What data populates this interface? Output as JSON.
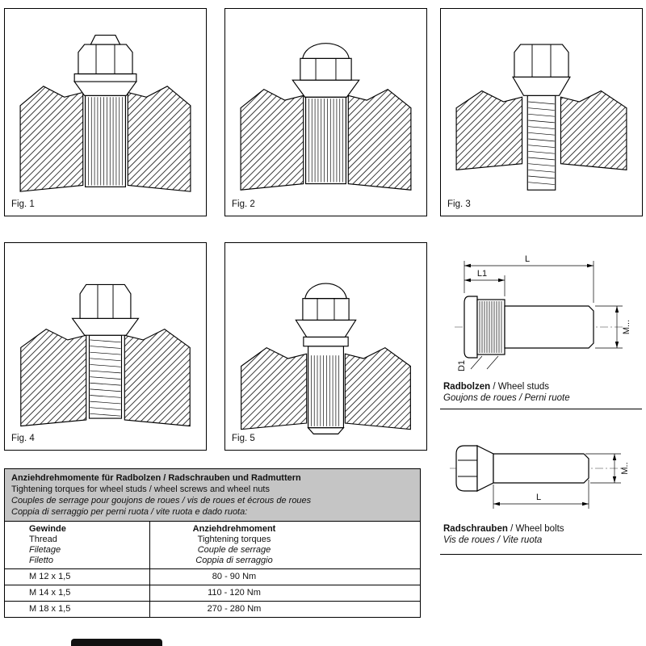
{
  "figures": [
    {
      "label": "Fig. 1"
    },
    {
      "label": "Fig. 2"
    },
    {
      "label": "Fig. 3"
    },
    {
      "label": "Fig. 4"
    },
    {
      "label": "Fig. 5"
    }
  ],
  "stud": {
    "dims": {
      "L": "L",
      "L1": "L1",
      "M": "M...",
      "D1": "D1"
    },
    "caption_primary_bold": "Radbolzen",
    "caption_primary_rest": " / Wheel studs",
    "caption_secondary": "Goujons de roues / Perni ruote"
  },
  "bolt": {
    "dims": {
      "L": "L",
      "M": "M.."
    },
    "caption_primary_bold": "Radschrauben",
    "caption_primary_rest": " / Wheel bolts",
    "caption_secondary": "Vis de roues / Vite ruota"
  },
  "torque_table": {
    "title_de": "Anziehdrehmomente für Radbolzen / Radschrauben und Radmuttern",
    "title_en": "Tightening torques for wheel studs / wheel screws and wheel nuts",
    "title_fr": "Couples de serrage pour goujons de roues / vis de roues et écrous de roues",
    "title_it": "Coppia di serraggio per perni ruota / vite ruota e dado ruota:",
    "col1": {
      "de": "Gewinde",
      "en": "Thread",
      "fr": "Filetage",
      "it": "Filetto"
    },
    "col2": {
      "de": "Anziehdrehmoment",
      "en": "Tightening torques",
      "fr": "Couple de serrage",
      "it": "Coppia di serraggio"
    },
    "rows": [
      {
        "thread": "M 12 x 1,5",
        "torque": "80 - 90 Nm"
      },
      {
        "thread": "M 14 x 1,5",
        "torque": "110 - 120 Nm"
      },
      {
        "thread": "M 18 x 1,5",
        "torque": "270 - 280 Nm"
      }
    ]
  },
  "colors": {
    "table_header_bg": "#c5c5c5",
    "line": "#111111"
  }
}
